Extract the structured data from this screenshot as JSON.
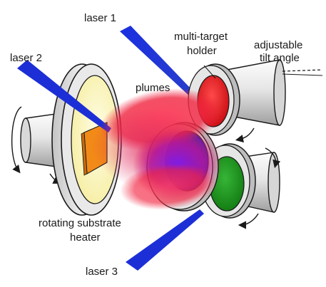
{
  "labels": {
    "laser1": "laser 1",
    "laser2": "laser 2",
    "laser3": "laser 3",
    "plumes": "plumes",
    "holder_line1": "multi-target",
    "holder_line2": "holder",
    "tilt_line1": "adjustable",
    "tilt_line2": "tilt angle",
    "heater_line1": "rotating substrate",
    "heater_line2": "heater"
  },
  "colors": {
    "laser_beam": "#1c2fd6",
    "target_red": "#e3141b",
    "target_green": "#1f9a1f",
    "target_blue": "#1f22c8",
    "heater_face": "#fbf6c2",
    "substrate": "#f28a17",
    "plume_red": "#f0243f",
    "plume_magenta": "#c2179c",
    "plume_purple": "#6a1de0",
    "metal_light": "#f2f2f2",
    "metal_mid": "#cfcfcf",
    "metal_dark": "#9a9a9a",
    "outline": "#1a1a1a"
  },
  "icons": [
    "rotation-arrow-icon"
  ]
}
